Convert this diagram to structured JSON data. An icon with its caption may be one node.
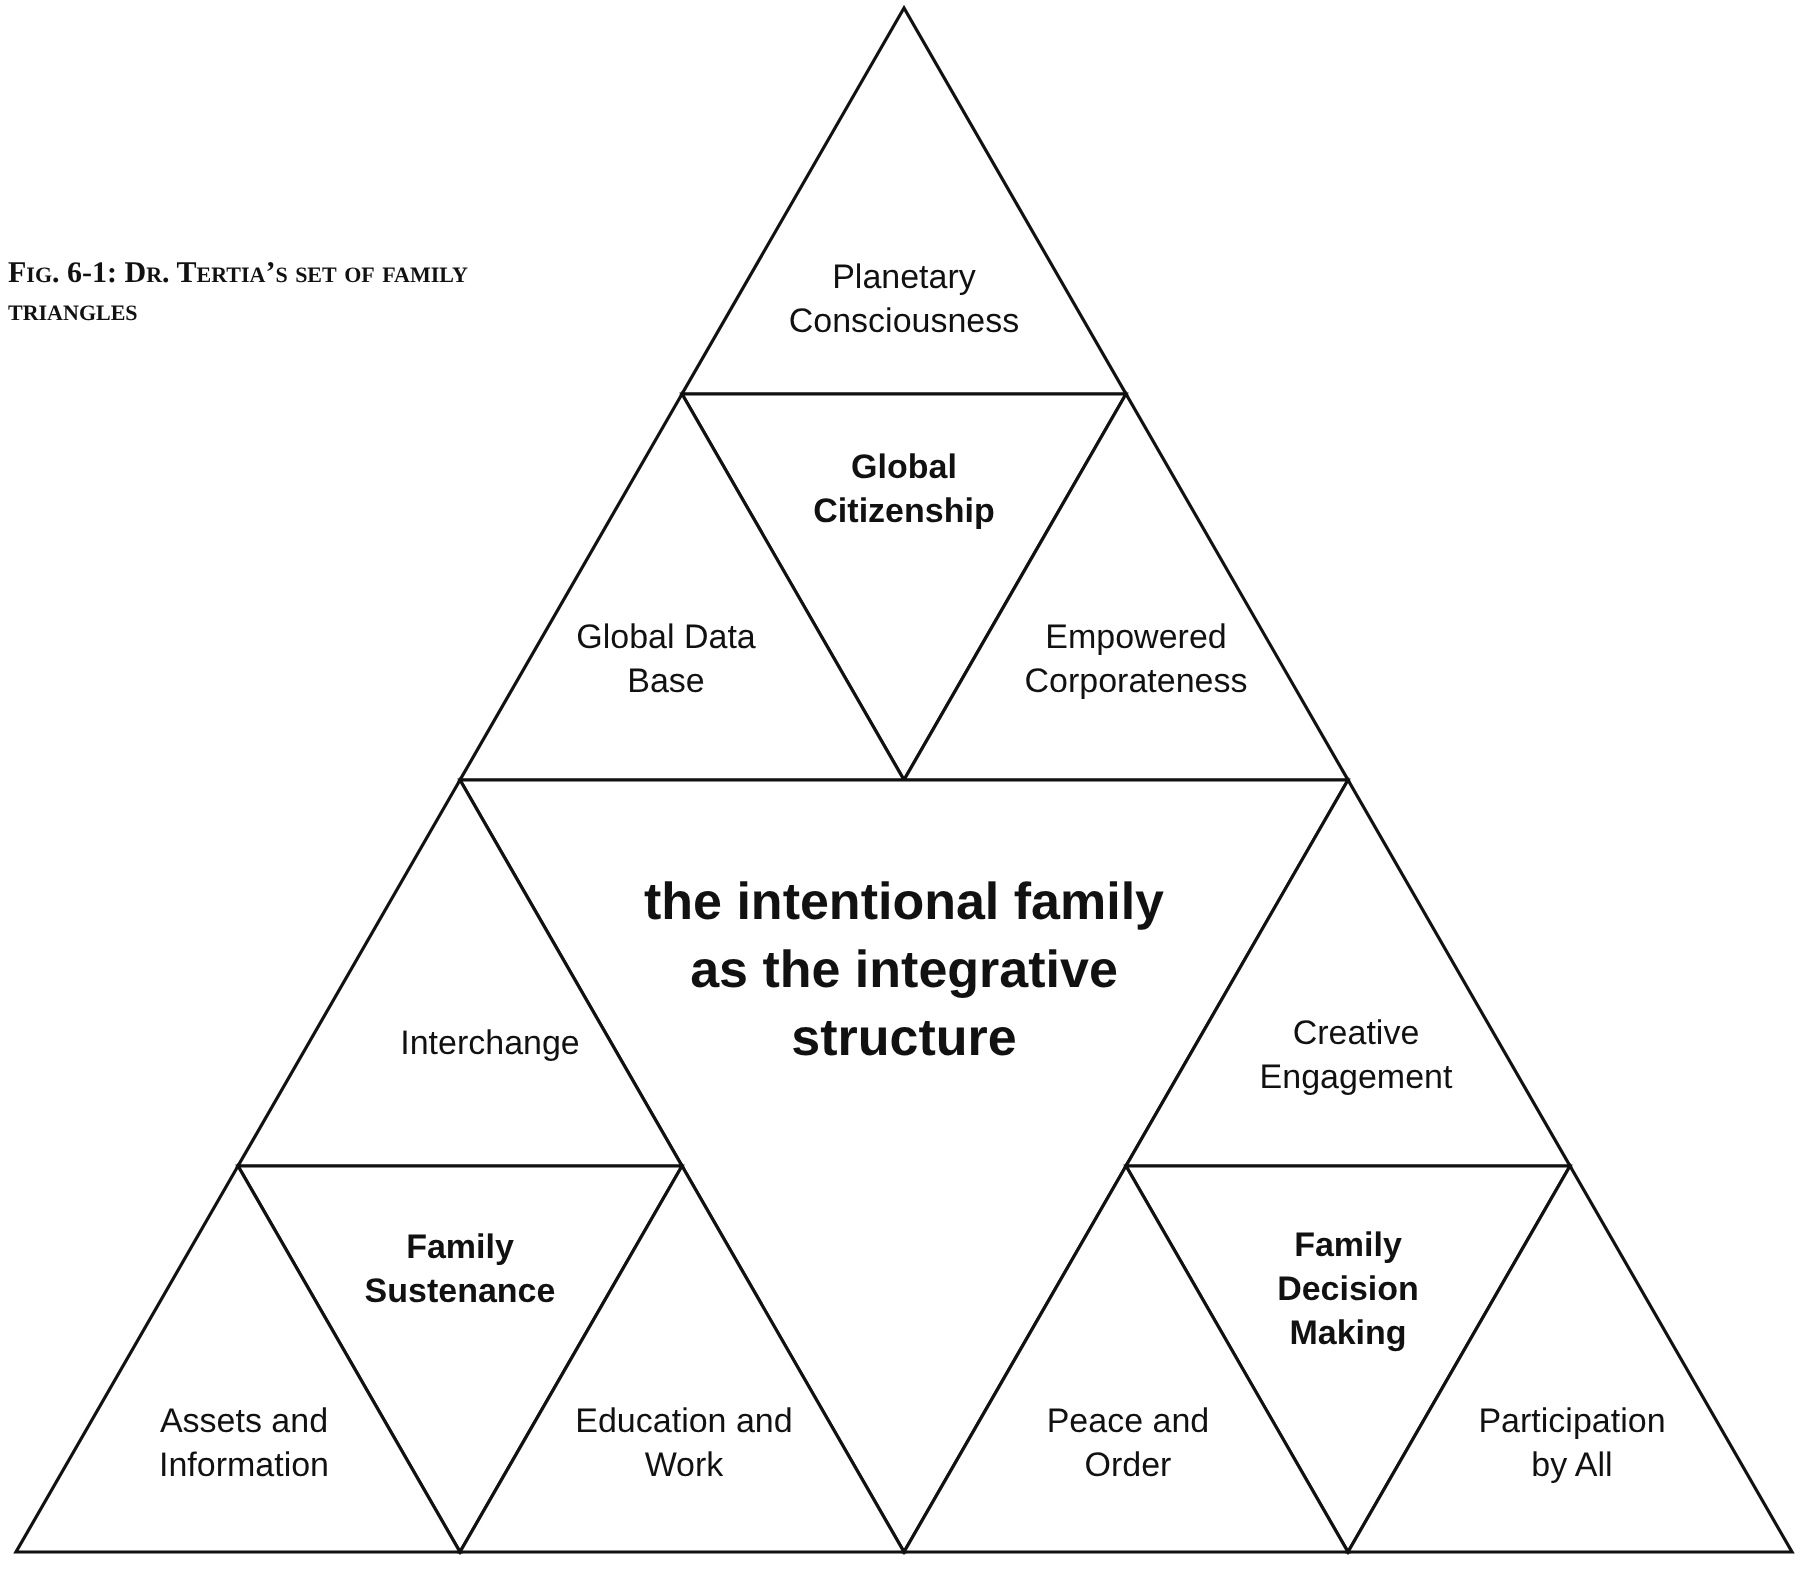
{
  "diagram": {
    "title": "Fig. 6-1: Dr. Tertia’s set of family triangles",
    "nodes": [
      {
        "text": [
          "Planetary Consciousness"
        ]
      },
      {
        "text": [
          "Global Citizenship"
        ]
      },
      {
        "text": [
          "Global Data Base"
        ]
      },
      {
        "text": [
          "Empowered Corporateness"
        ]
      },
      {
        "text": [
          "the intentional family as the integrative structure"
        ]
      },
      {
        "text": [
          "Interchange"
        ]
      },
      {
        "text": [
          "Family Sustenance"
        ]
      },
      {
        "text": [
          "Assets and Information"
        ]
      },
      {
        "text": [
          "Education and Work"
        ]
      },
      {
        "text": [
          "Creative Engagement"
        ]
      },
      {
        "text": [
          "Family Decision Making"
        ]
      },
      {
        "text": [
          "Peace and Order"
        ]
      },
      {
        "text": [
          "Participation by All"
        ]
      }
    ],
    "edges": []
  }
}
